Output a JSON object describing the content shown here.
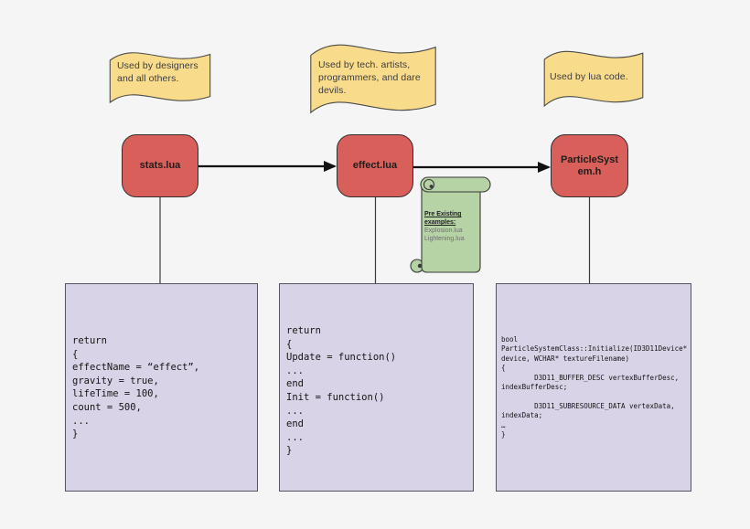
{
  "colors": {
    "background": "#f5f5f5",
    "banner_fill": "#f8db8b",
    "node_fill": "#d95f5a",
    "scroll_fill": "#b6d3a5",
    "code_box_fill": "#d9d3e8",
    "outline": "#333333"
  },
  "banners": [
    {
      "label": "Used by designers\nand all others."
    },
    {
      "label": "Used by tech. artists,\nprogrammers, and dare\ndevils."
    },
    {
      "label": "Used by lua code."
    }
  ],
  "nodes": [
    {
      "label": "stats.lua"
    },
    {
      "label": "effect.lua"
    },
    {
      "label": "ParticleSystem.h"
    }
  ],
  "scroll_note": {
    "title": "Pre Existing examples:",
    "items": [
      "Explosion.lua",
      "Lightening.lua"
    ]
  },
  "code_boxes": [
    {
      "code": "return\n{\neffectName = “effect”,\ngravity = true,\nlifeTime = 100,\ncount = 500,\n...\n}"
    },
    {
      "code": "return\n{\nUpdate = function()\n...\nend\nInit = function()\n...\nend\n...\n}"
    },
    {
      "code": "bool\nParticleSystemClass::Initialize(ID3D11Device*\ndevice, WCHAR* textureFilename)\n{\n        D3D11_BUFFER_DESC vertexBufferDesc,\nindexBufferDesc;\n\n        D3D11_SUBRESOURCE_DATA vertexData,\nindexData;\n…\n}"
    }
  ]
}
